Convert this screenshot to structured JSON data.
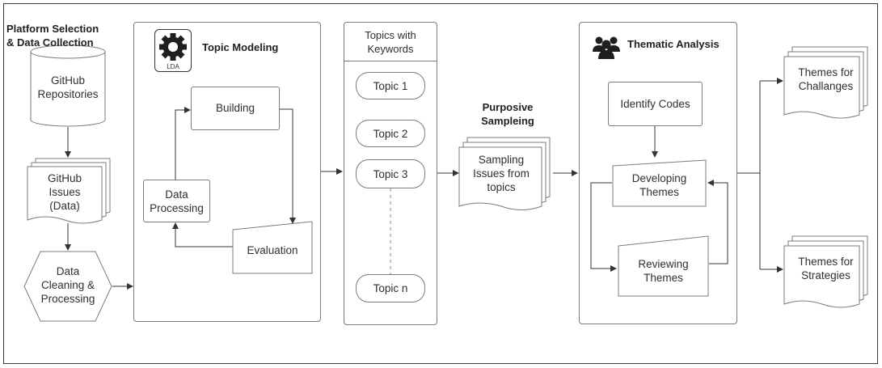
{
  "sections": {
    "platform": "Platform Selection\n& Data Collection",
    "topic_modeling": "Topic Modeling",
    "topics_keywords": "Topics with\nKeywords",
    "purposive": "Purposive\nSampleing",
    "thematic": "Thematic Analysis"
  },
  "icons": {
    "lda_label": "LDA",
    "gear": "gear-icon",
    "people": "people-icon"
  },
  "nodes": {
    "repos": "GitHub\nRepositories",
    "issues": "GitHub\nIssues\n(Data)",
    "cleaning": "Data\nCleaning &\nProcessing",
    "building": "Building",
    "data_processing": "Data\nProcessing",
    "evaluation": "Evaluation",
    "topic1": "Topic 1",
    "topic2": "Topic 2",
    "topic3": "Topic 3",
    "topicn": "Topic n",
    "sampling": "Sampling\nIssues from\ntopics",
    "identify": "Identify Codes",
    "developing": "Developing\nThemes",
    "reviewing": "Reviewing\nThemes",
    "challenges": "Themes for\nChallanges",
    "strategies": "Themes for\nStrategies"
  }
}
